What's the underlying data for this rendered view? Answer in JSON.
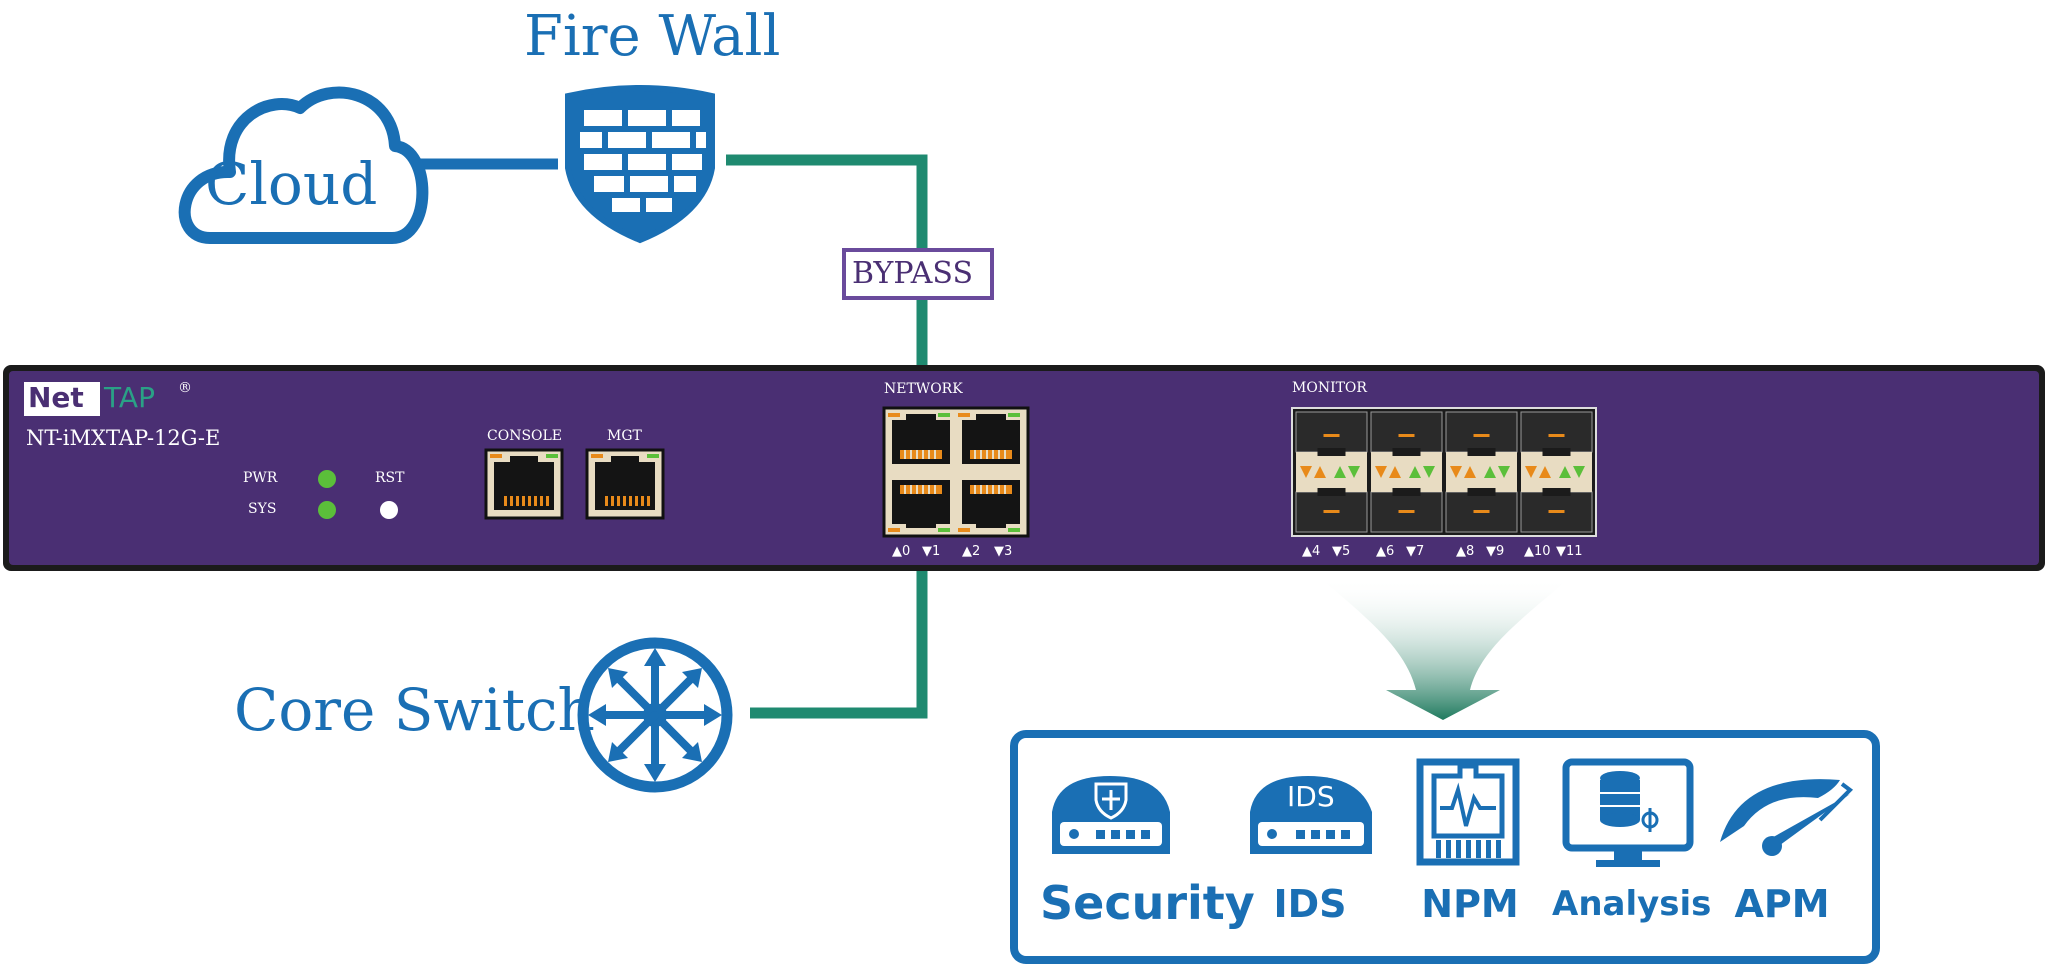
{
  "nodes": {
    "cloud": "Cloud",
    "firewall": "Fire Wall",
    "bypass": "BYPASS",
    "core_switch": "Core Switch"
  },
  "device": {
    "brand_a": "Net",
    "brand_b": "TAP",
    "brand_mark": "®",
    "model": "NT-iMXTAP-12G-E",
    "pwr": "PWR",
    "sys": "SYS",
    "rst": "RST",
    "console": "CONSOLE",
    "mgt": "MGT",
    "network": "NETWORK",
    "monitor": "MONITOR",
    "net_ports": [
      "▲0",
      "▼1",
      "▲2",
      "▼3"
    ],
    "mon_ports": [
      "▲4",
      "▼5",
      "▲6",
      "▼7",
      "▲8",
      "▼9",
      "▲10",
      "▼11"
    ]
  },
  "tools": {
    "ids_badge": "IDS",
    "items": [
      {
        "label": "Security",
        "icon": "security-appliance-icon"
      },
      {
        "label": "IDS",
        "icon": "ids-appliance-icon"
      },
      {
        "label": "NPM",
        "icon": "npm-port-icon"
      },
      {
        "label": "Analysis",
        "icon": "analysis-monitor-icon"
      },
      {
        "label": "APM",
        "icon": "apm-gauge-icon"
      }
    ]
  },
  "colors": {
    "blue": "#1a6fb4",
    "green_line": "#1f8a70",
    "purple": "#4a2f73",
    "bypass_border": "#6a4b9c",
    "led_green": "#5bbf3a"
  }
}
